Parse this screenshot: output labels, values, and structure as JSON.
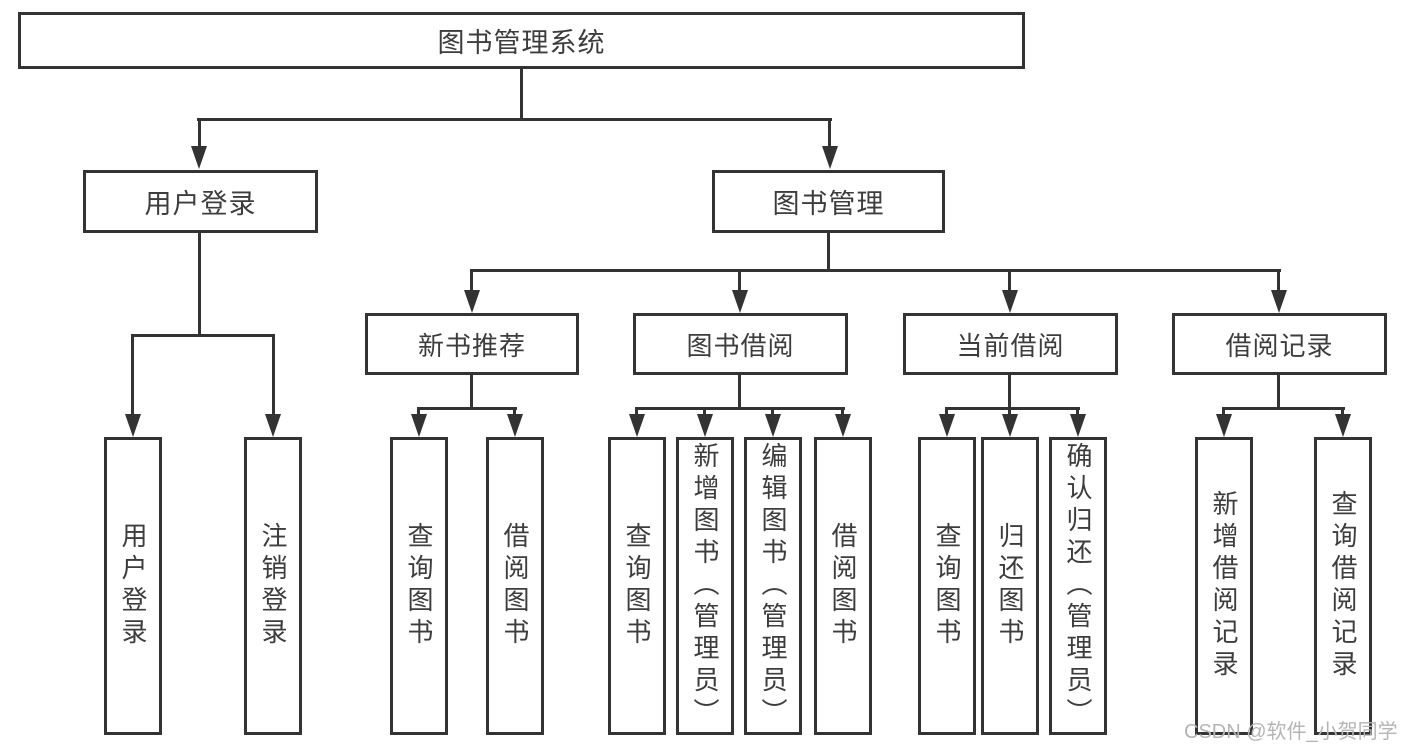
{
  "colors": {
    "line": "#333333",
    "text": "#3d3d3d",
    "background": "#ffffff",
    "watermark": "#b5b5b5"
  },
  "watermark": {
    "text": "CSDN @软件_小贺同学"
  },
  "tree": {
    "root": {
      "label": "图书管理系统"
    },
    "user_login": {
      "label": "用户登录",
      "children": {
        "login": {
          "label": "用户登录"
        },
        "logout": {
          "label": "注销登录"
        }
      }
    },
    "book_mgmt": {
      "label": "图书管理",
      "children": {
        "new_book_rec": {
          "label": "新书推荐",
          "children": {
            "query_books": {
              "label": "查询图书"
            },
            "borrow_books": {
              "label": "借阅图书"
            }
          }
        },
        "book_borrow": {
          "label": "图书借阅",
          "children": {
            "query_books": {
              "label": "查询图书"
            },
            "add_books": {
              "label": "新增图书（管理员）"
            },
            "edit_books": {
              "label": "编辑图书（管理员）"
            },
            "borrow_books": {
              "label": "借阅图书"
            }
          }
        },
        "current_borrow": {
          "label": "当前借阅",
          "children": {
            "query_books": {
              "label": "查询图书"
            },
            "return_books": {
              "label": "归还图书"
            },
            "confirm_return": {
              "label": "确认归还（管理员）"
            }
          }
        },
        "borrow_records": {
          "label": "借阅记录",
          "children": {
            "add_record": {
              "label": "新增借阅记录"
            },
            "query_record": {
              "label": "查询借阅记录"
            }
          }
        }
      }
    }
  }
}
